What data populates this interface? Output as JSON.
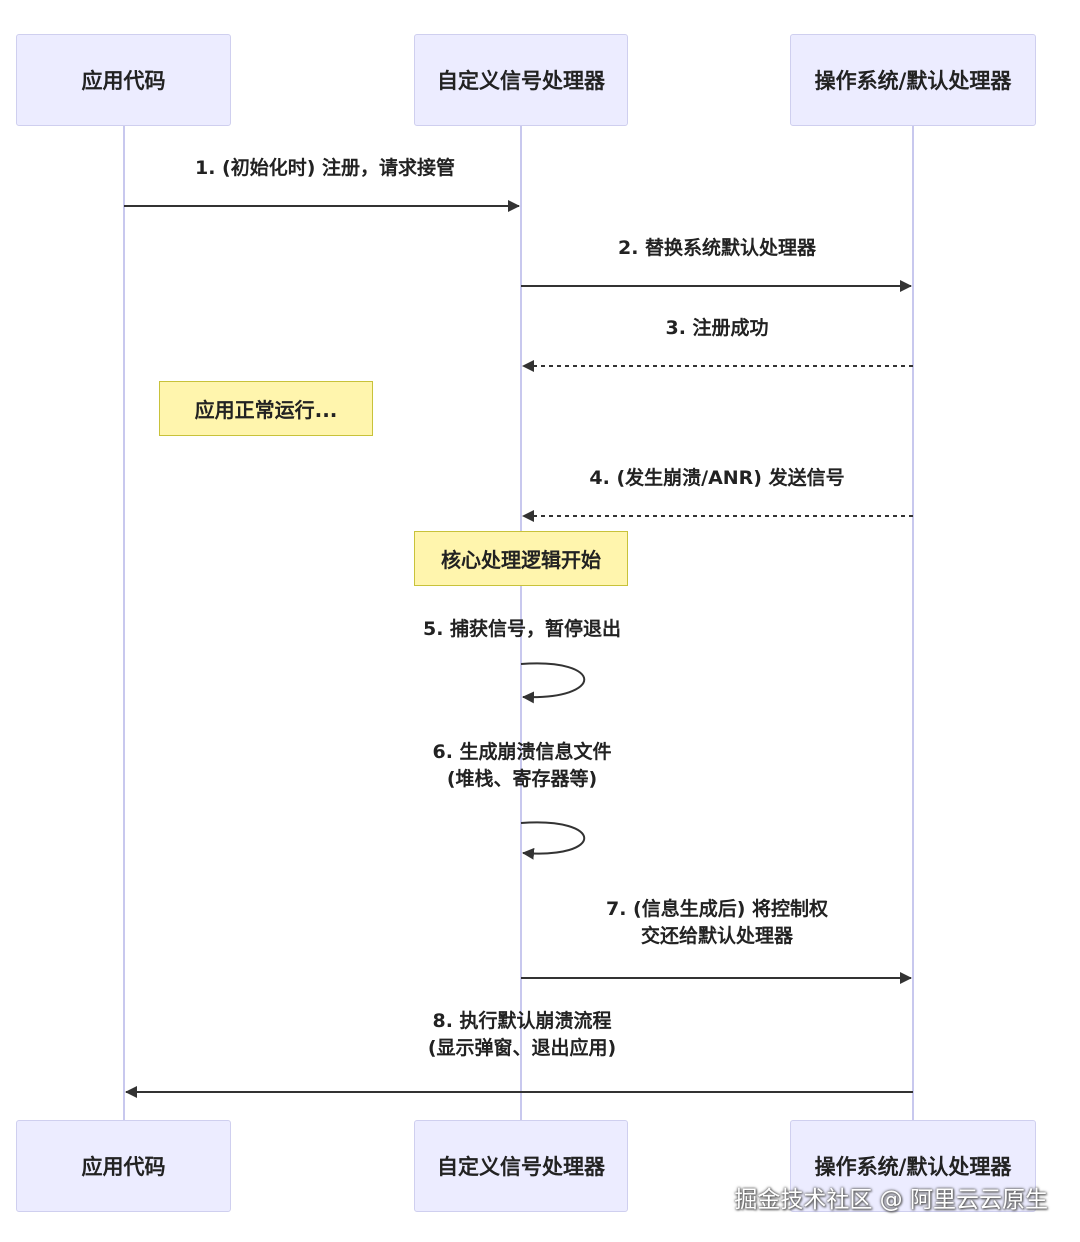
{
  "actors": {
    "a1": "应用代码",
    "a2": "自定义信号处理器",
    "a3": "操作系统/默认处理器"
  },
  "messages": {
    "m1": "1. (初始化时) 注册，请求接管",
    "m2": "2. 替换系统默认处理器",
    "m3": "3. 注册成功",
    "m4": "4. (发生崩溃/ANR) 发送信号",
    "m5": "5. 捕获信号，暂停退出",
    "m6_line1": "6. 生成崩溃信息文件",
    "m6_line2": "(堆栈、寄存器等)",
    "m7_line1": "7. (信息生成后) 将控制权",
    "m7_line2": "交还给默认处理器",
    "m8_line1": "8. 执行默认崩溃流程",
    "m8_line2": "(显示弹窗、退出应用)"
  },
  "notes": {
    "n1": "应用正常运行...",
    "n2": "核心处理逻辑开始"
  },
  "watermark": "掘金技术社区 @ 阿里云云原生",
  "colors": {
    "actor_fill": "#ECECFF",
    "actor_border": "#CFCFEF",
    "note_fill": "#FFF5AD",
    "note_border": "#C8C23A",
    "line": "#333333",
    "lifeline": "#C8C8EE"
  }
}
